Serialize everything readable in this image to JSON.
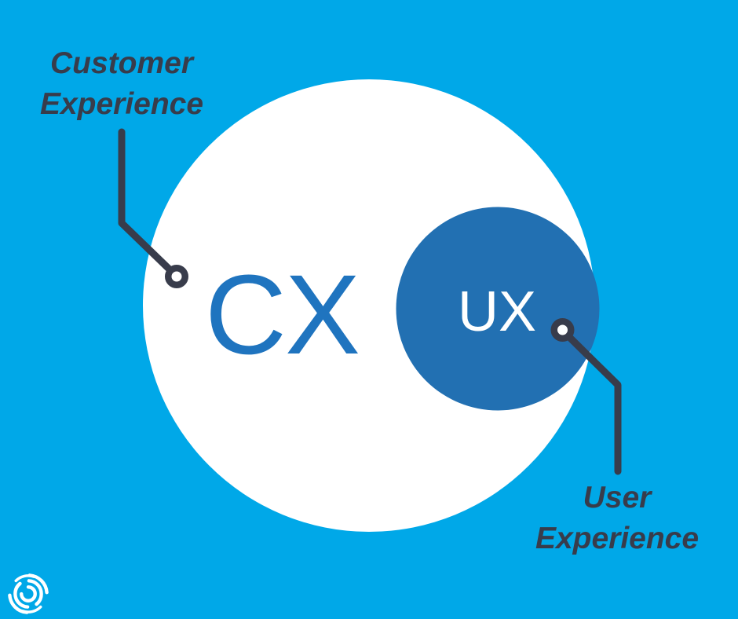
{
  "colors": {
    "background": "#00A8E8",
    "outer_circle": "#FFFFFF",
    "inner_circle": "#2270B2",
    "cx_text": "#1F74BF",
    "ux_text": "#FFFFFF",
    "label_text": "#383C4B",
    "connector": "#383C4B"
  },
  "diagram": {
    "outer_circle_label": "CX",
    "inner_circle_label": "UX",
    "outer_annotation": {
      "line1": "Customer",
      "line2": "Experience"
    },
    "inner_annotation": {
      "line1": "User",
      "line2": "Experience"
    }
  },
  "logo": {
    "name": "swirl-logo"
  }
}
